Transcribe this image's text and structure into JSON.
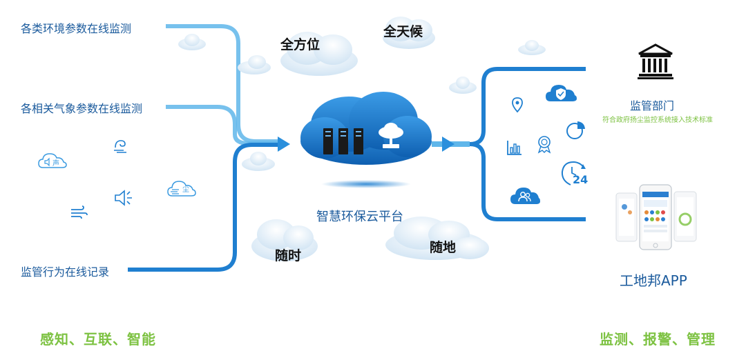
{
  "left_items": {
    "env_monitoring": "各类环境参数在线监测",
    "weather_monitoring": "各相关气象参数在线监测",
    "behavior_recording": "监管行为在线记录"
  },
  "cloud_words": {
    "all_around": "全方位",
    "all_weather": "全天候",
    "anytime": "随时",
    "anywhere": "随地"
  },
  "center": {
    "platform_name": "智慧环保云平台"
  },
  "sensor_icons": {
    "sound_label": "声",
    "dust_label": "尘",
    "clock_label": "24"
  },
  "right": {
    "dept_title": "监管部门",
    "dept_subtitle": "符合政府扬尘监控系统接入技术标准",
    "app_title": "工地邦APP"
  },
  "slogans": {
    "left": "感知、互联、智能",
    "right": "监测、报警、管理"
  },
  "colors": {
    "primary_blue": "#1f7fd0",
    "light_blue": "#5fb6ea",
    "green": "#7dc242",
    "text_blue": "#1a5a9c"
  }
}
